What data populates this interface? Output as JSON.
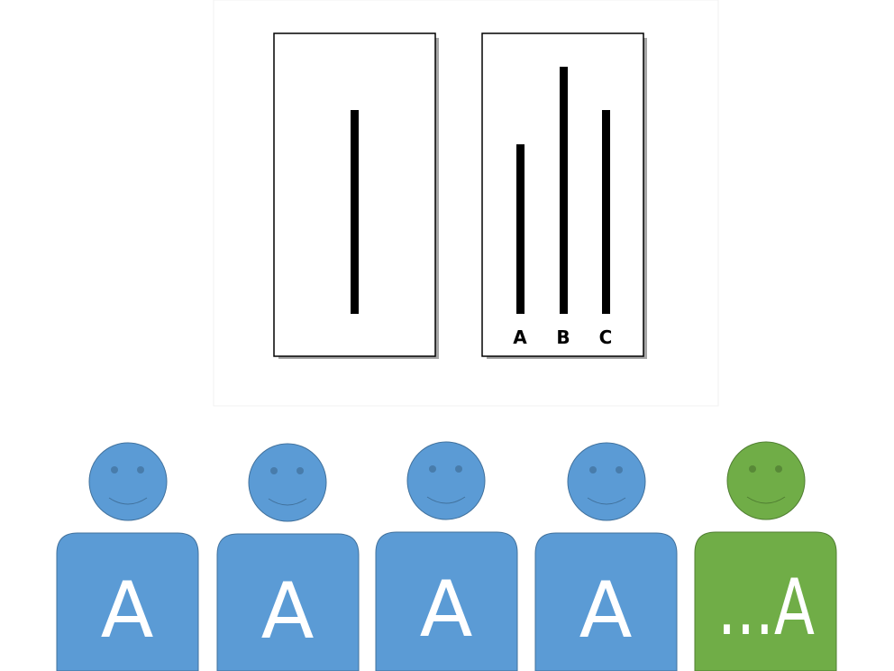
{
  "stimulus": {
    "comparison_labels": [
      "A",
      "B",
      "C"
    ],
    "reference_line_length": 226,
    "comparison_line_lengths": [
      188,
      274,
      226
    ]
  },
  "participants": [
    {
      "answer": "A",
      "role": "confederate",
      "color": "#5b9bd5"
    },
    {
      "answer": "A",
      "role": "confederate",
      "color": "#5b9bd5"
    },
    {
      "answer": "A",
      "role": "confederate",
      "color": "#5b9bd5"
    },
    {
      "answer": "A",
      "role": "confederate",
      "color": "#5b9bd5"
    },
    {
      "answer": "...A",
      "role": "subject",
      "color": "#70ad47"
    }
  ],
  "colors": {
    "confederate": "#5b9bd5",
    "confederate_outline": "#41719c",
    "subject": "#70ad47",
    "subject_outline": "#507e32",
    "line": "#000000",
    "card_border": "#000000",
    "card_shadow": "#a6a6a6"
  }
}
